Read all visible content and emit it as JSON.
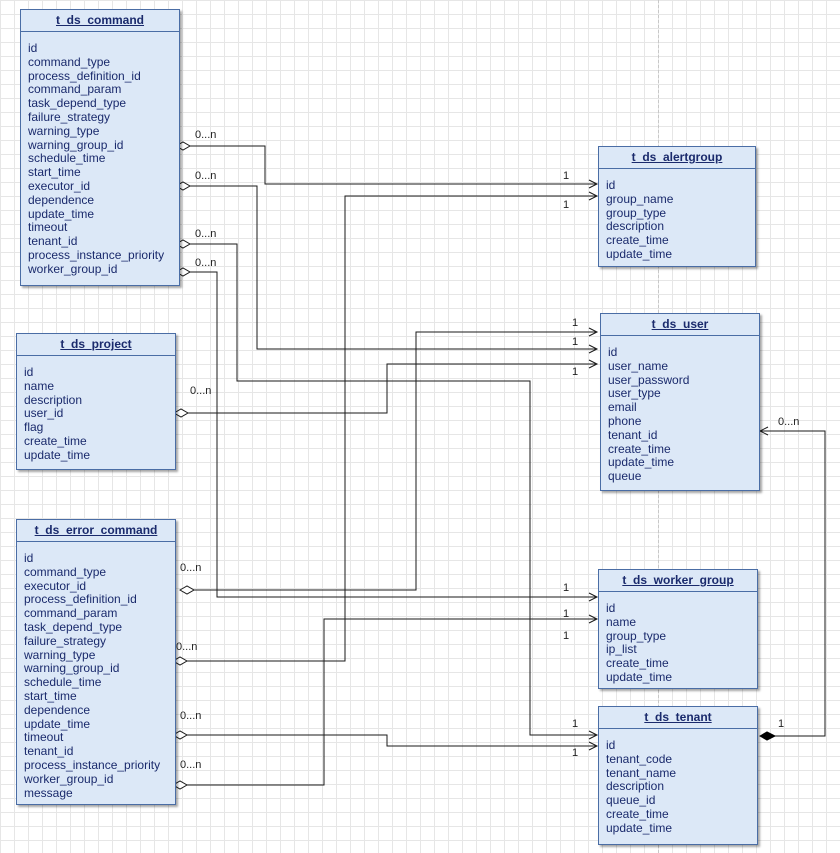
{
  "entities": {
    "command": {
      "title": "t_ds_command",
      "fields": [
        "id",
        "command_type",
        "process_definition_id",
        "command_param",
        "task_depend_type",
        "failure_strategy",
        "warning_type",
        "warning_group_id",
        "schedule_time",
        "start_time",
        "executor_id",
        "dependence",
        "update_time",
        "timeout",
        "tenant_id",
        "process_instance_priority",
        "worker_group_id"
      ]
    },
    "project": {
      "title": "t_ds_project",
      "fields": [
        "id",
        "name",
        "description",
        "user_id",
        "flag",
        "create_time",
        "update_time"
      ]
    },
    "error_command": {
      "title": "t_ds_error_command",
      "fields": [
        "id",
        "command_type",
        "executor_id",
        "process_definition_id",
        "command_param",
        "task_depend_type",
        "failure_strategy",
        "warning_type",
        "warning_group_id",
        "schedule_time",
        "start_time",
        "dependence",
        "update_time",
        "timeout",
        "tenant_id",
        "process_instance_priority",
        "worker_group_id",
        "message"
      ]
    },
    "alertgroup": {
      "title": "t_ds_alertgroup",
      "fields": [
        "id",
        "group_name",
        "group_type",
        "description",
        "create_time",
        "update_time"
      ]
    },
    "user": {
      "title": "t_ds_user",
      "fields": [
        "id",
        "user_name",
        "user_password",
        "user_type",
        "email",
        "phone",
        "tenant_id",
        "create_time",
        "update_time",
        "queue"
      ]
    },
    "worker_group": {
      "title": "t_ds_worker_group",
      "fields": [
        "id",
        "name",
        "group_type",
        "ip_list",
        "create_time",
        "update_time"
      ]
    },
    "tenant": {
      "title": "t_ds_tenant",
      "fields": [
        "id",
        "tenant_code",
        "tenant_name",
        "description",
        "queue_id",
        "create_time",
        "update_time"
      ]
    }
  },
  "multiplicities": {
    "many": "0...n",
    "one": "1"
  }
}
